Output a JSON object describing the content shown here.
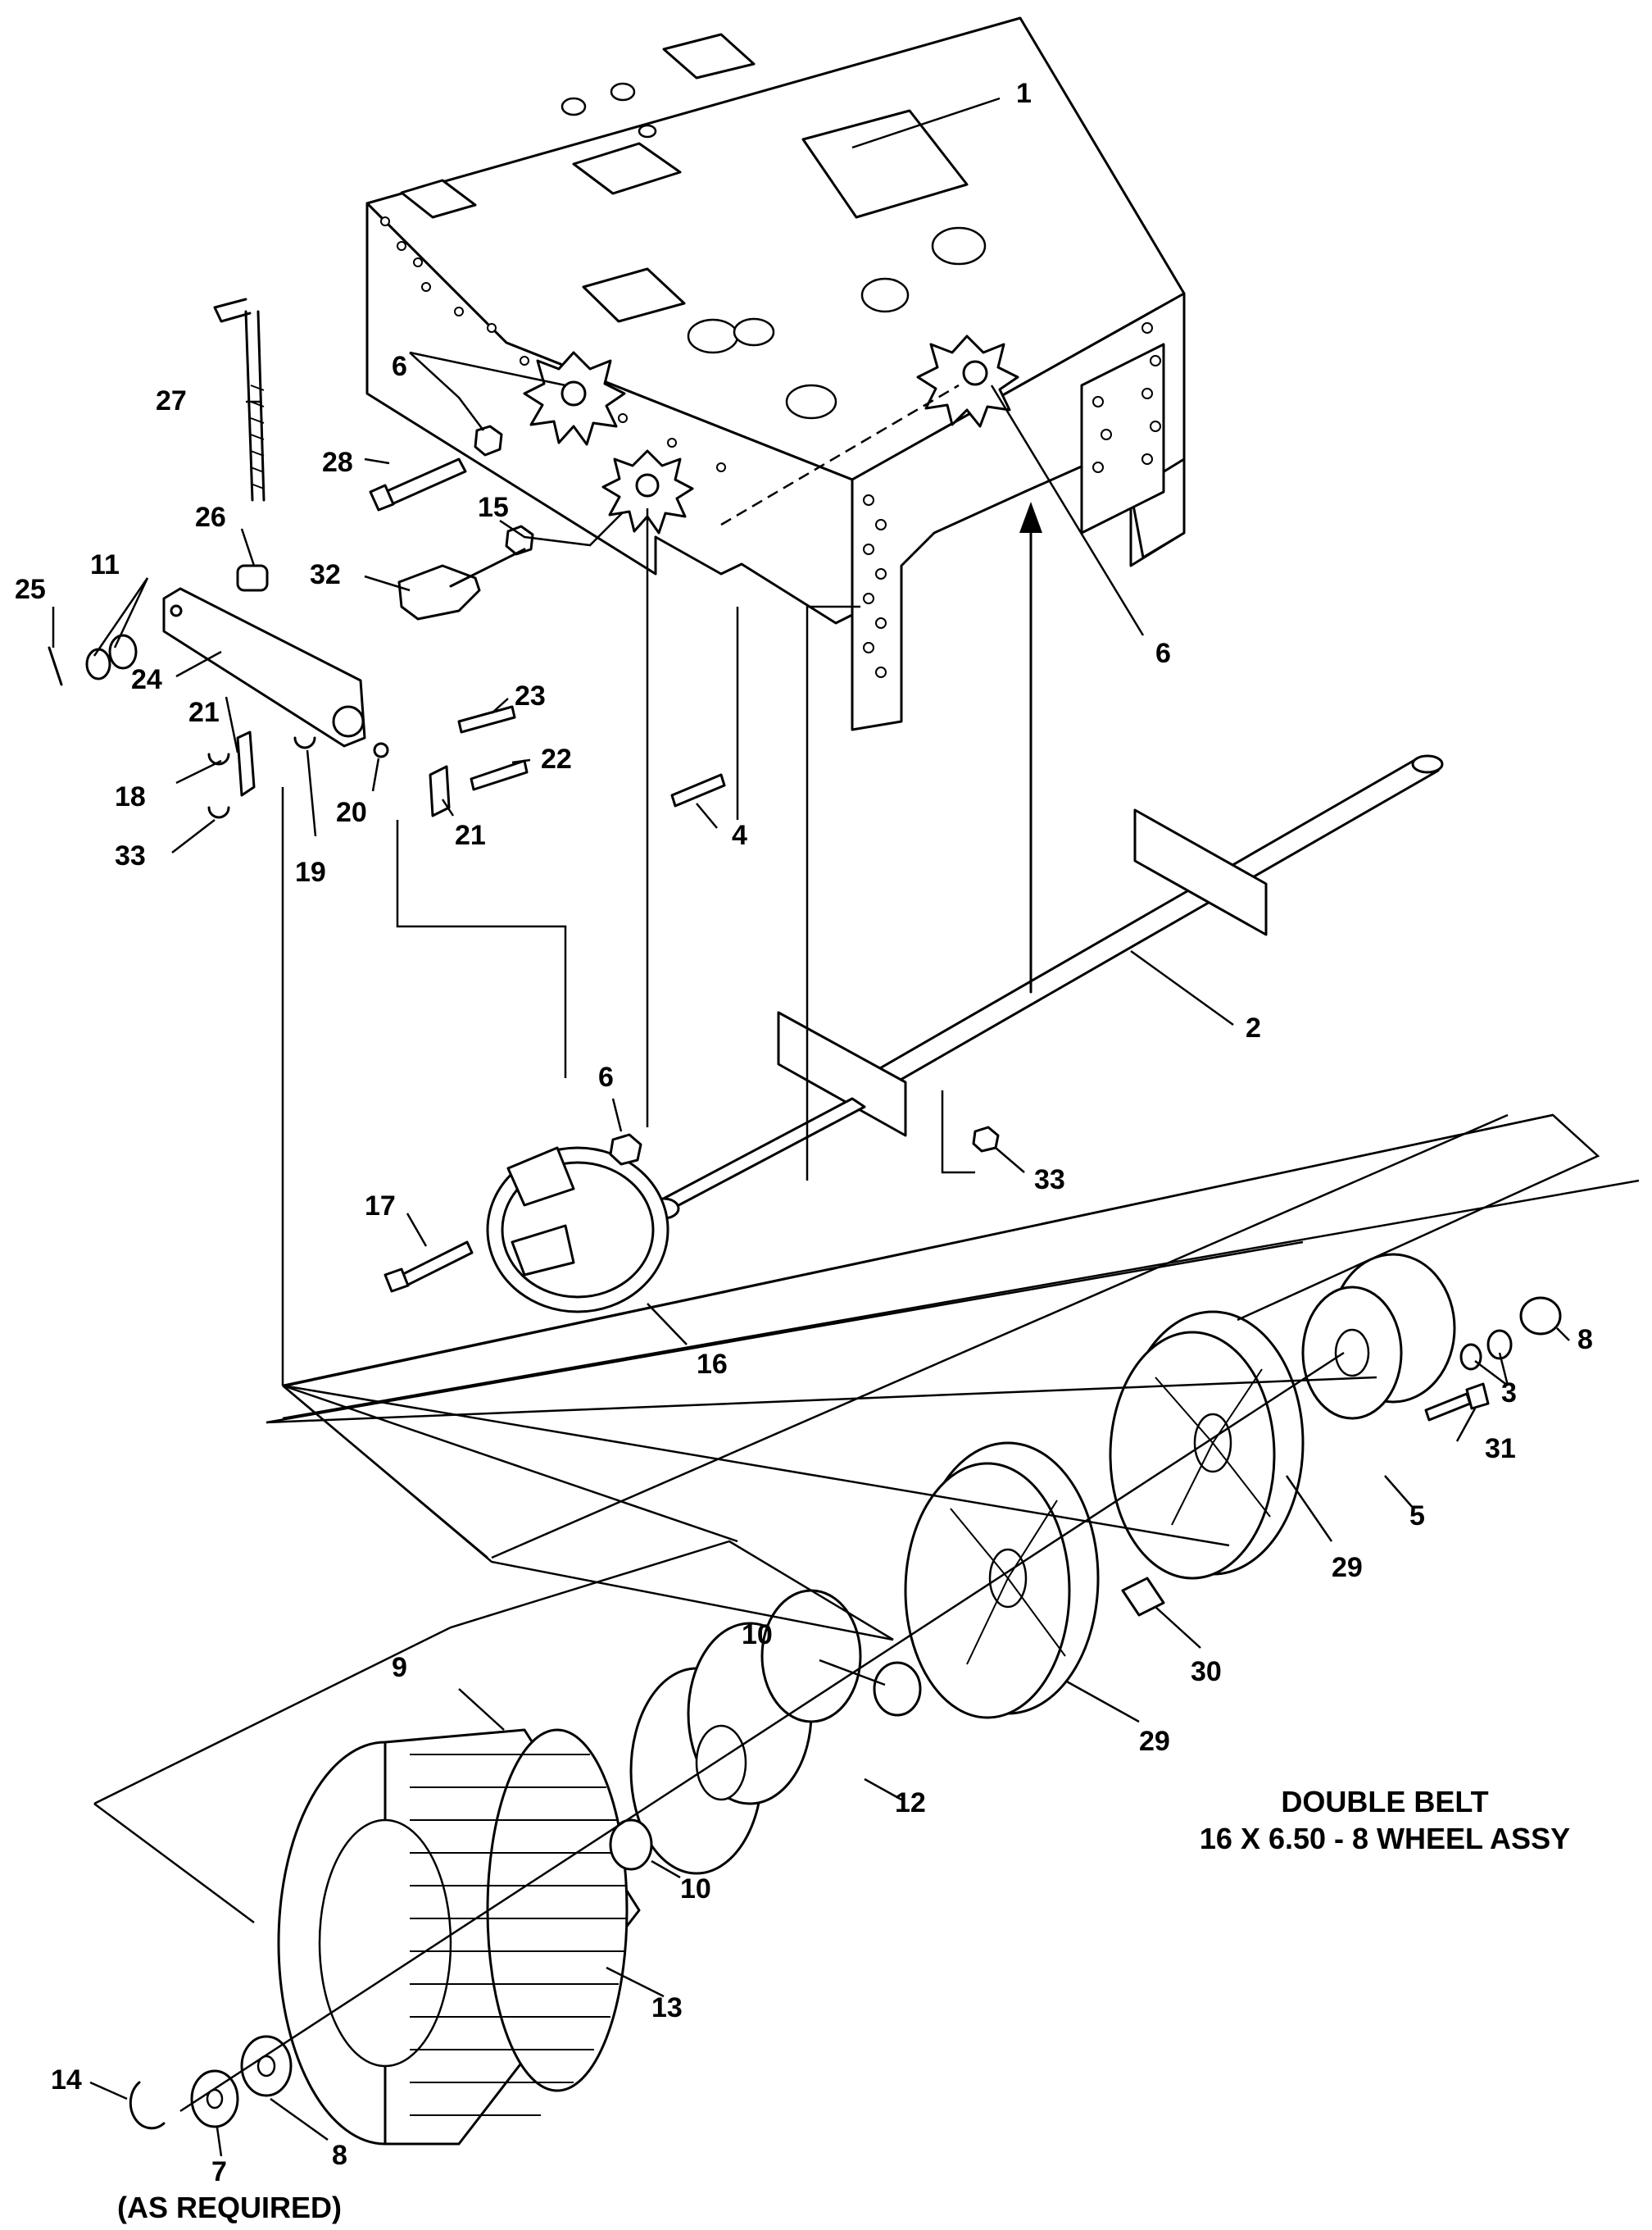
{
  "caption": {
    "line1": "DOUBLE BELT",
    "line2": "16 X 6.50 - 8 WHEEL ASSY"
  },
  "note": "(AS REQUIRED)",
  "callouts": [
    "1",
    "2",
    "3",
    "4",
    "5",
    "6",
    "6",
    "6",
    "7",
    "8",
    "8",
    "9",
    "10",
    "10",
    "11",
    "12",
    "13",
    "14",
    "15",
    "16",
    "17",
    "18",
    "19",
    "20",
    "21",
    "21",
    "22",
    "23",
    "24",
    "25",
    "26",
    "27",
    "28",
    "29",
    "29",
    "30",
    "31",
    "32",
    "33",
    "33"
  ]
}
